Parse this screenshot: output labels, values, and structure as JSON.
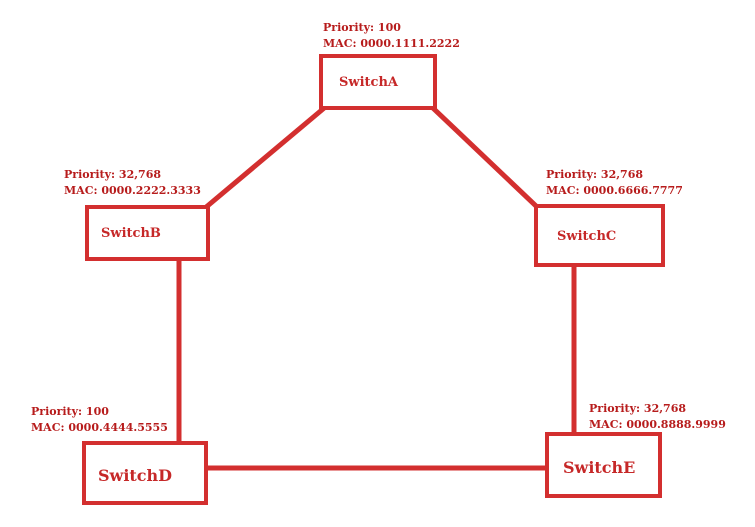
{
  "switches": {
    "a": {
      "name": "SwitchA",
      "priority": "Priority: 100",
      "mac": "MAC: 0000.1111.2222"
    },
    "b": {
      "name": "SwitchB",
      "priority": "Priority: 32,768",
      "mac": "MAC: 0000.2222.3333"
    },
    "c": {
      "name": "SwitchC",
      "priority": "Priority: 32,768",
      "mac": "MAC: 0000.6666.7777"
    },
    "d": {
      "name": "SwitchD",
      "priority": "Priority: 100",
      "mac": "MAC: 0000.4444.5555"
    },
    "e": {
      "name": "SwitchE",
      "priority": "Priority: 32,768",
      "mac": "MAC: 0000.8888.9999"
    }
  },
  "links": [
    {
      "from": "SwitchA",
      "to": "SwitchB"
    },
    {
      "from": "SwitchA",
      "to": "SwitchC"
    },
    {
      "from": "SwitchB",
      "to": "SwitchD"
    },
    {
      "from": "SwitchC",
      "to": "SwitchE"
    },
    {
      "from": "SwitchD",
      "to": "SwitchE"
    }
  ],
  "colors": {
    "line": "#d32f2f",
    "text": "#b71c1c"
  }
}
